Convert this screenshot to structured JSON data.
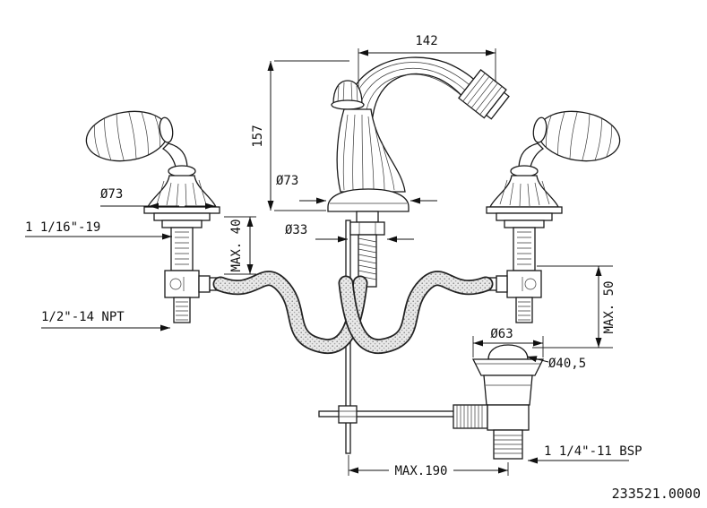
{
  "drawing": {
    "product_code": "233521.0000",
    "dims": {
      "spout_reach": "142",
      "spout_height": "157",
      "handle_diameter": "Ø73",
      "handle_thread": "1 1/16\"-19",
      "deck_max_valve": "MAX. 40",
      "spout_base_diameter": "Ø73",
      "shank_diameter": "Ø33",
      "inlet_thread": "1/2\"-14 NPT",
      "deck_max_drain": "MAX. 50",
      "drain_flange_diameter": "Ø63",
      "drain_plug_diameter": "Ø40,5",
      "drain_thread": "1 1/4\"-11 BSP",
      "popup_rod_max": "MAX.190"
    }
  }
}
